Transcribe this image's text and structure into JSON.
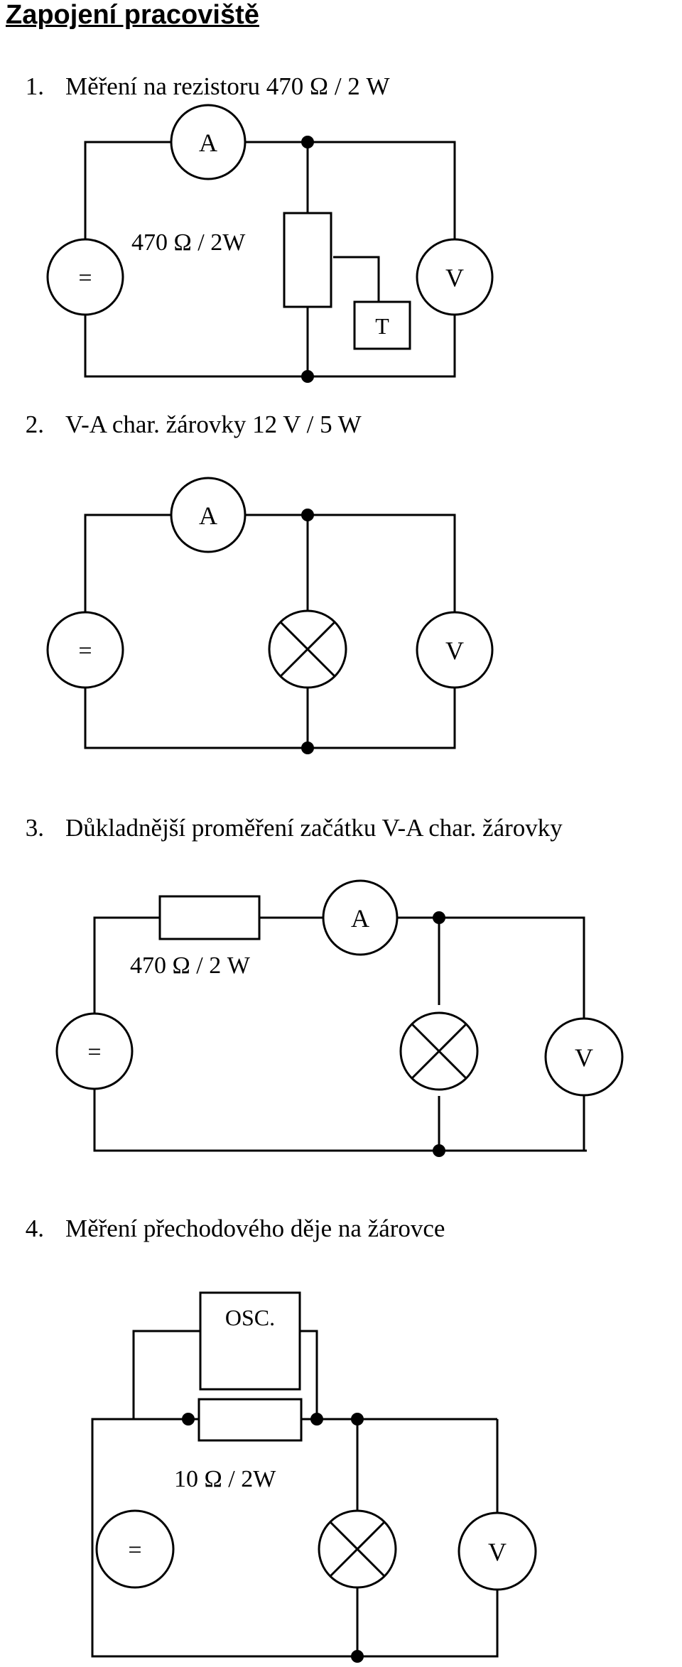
{
  "title": "Zapojení pracoviště",
  "sections": [
    {
      "number": "1.",
      "heading": "Měření na rezistoru 470 Ω / 2 W",
      "labels": {
        "ammeter": "A",
        "source": "=",
        "voltmeter": "V",
        "resistor": "470 Ω / 2W",
        "thermometer": "T"
      }
    },
    {
      "number": "2.",
      "heading": "V-A char. žárovky 12 V / 5 W",
      "labels": {
        "ammeter": "A",
        "source": "=",
        "voltmeter": "V"
      }
    },
    {
      "number": "3.",
      "heading": "Důkladnější proměření začátku V-A char. žárovky",
      "labels": {
        "ammeter": "A",
        "source": "=",
        "voltmeter": "V",
        "resistor": "470 Ω / 2 W"
      }
    },
    {
      "number": "4.",
      "heading": "Měření přechodového děje na žárovce",
      "labels": {
        "oscilloscope": "OSC.",
        "source": "=",
        "voltmeter": "V",
        "resistor": "10 Ω / 2W"
      }
    }
  ]
}
